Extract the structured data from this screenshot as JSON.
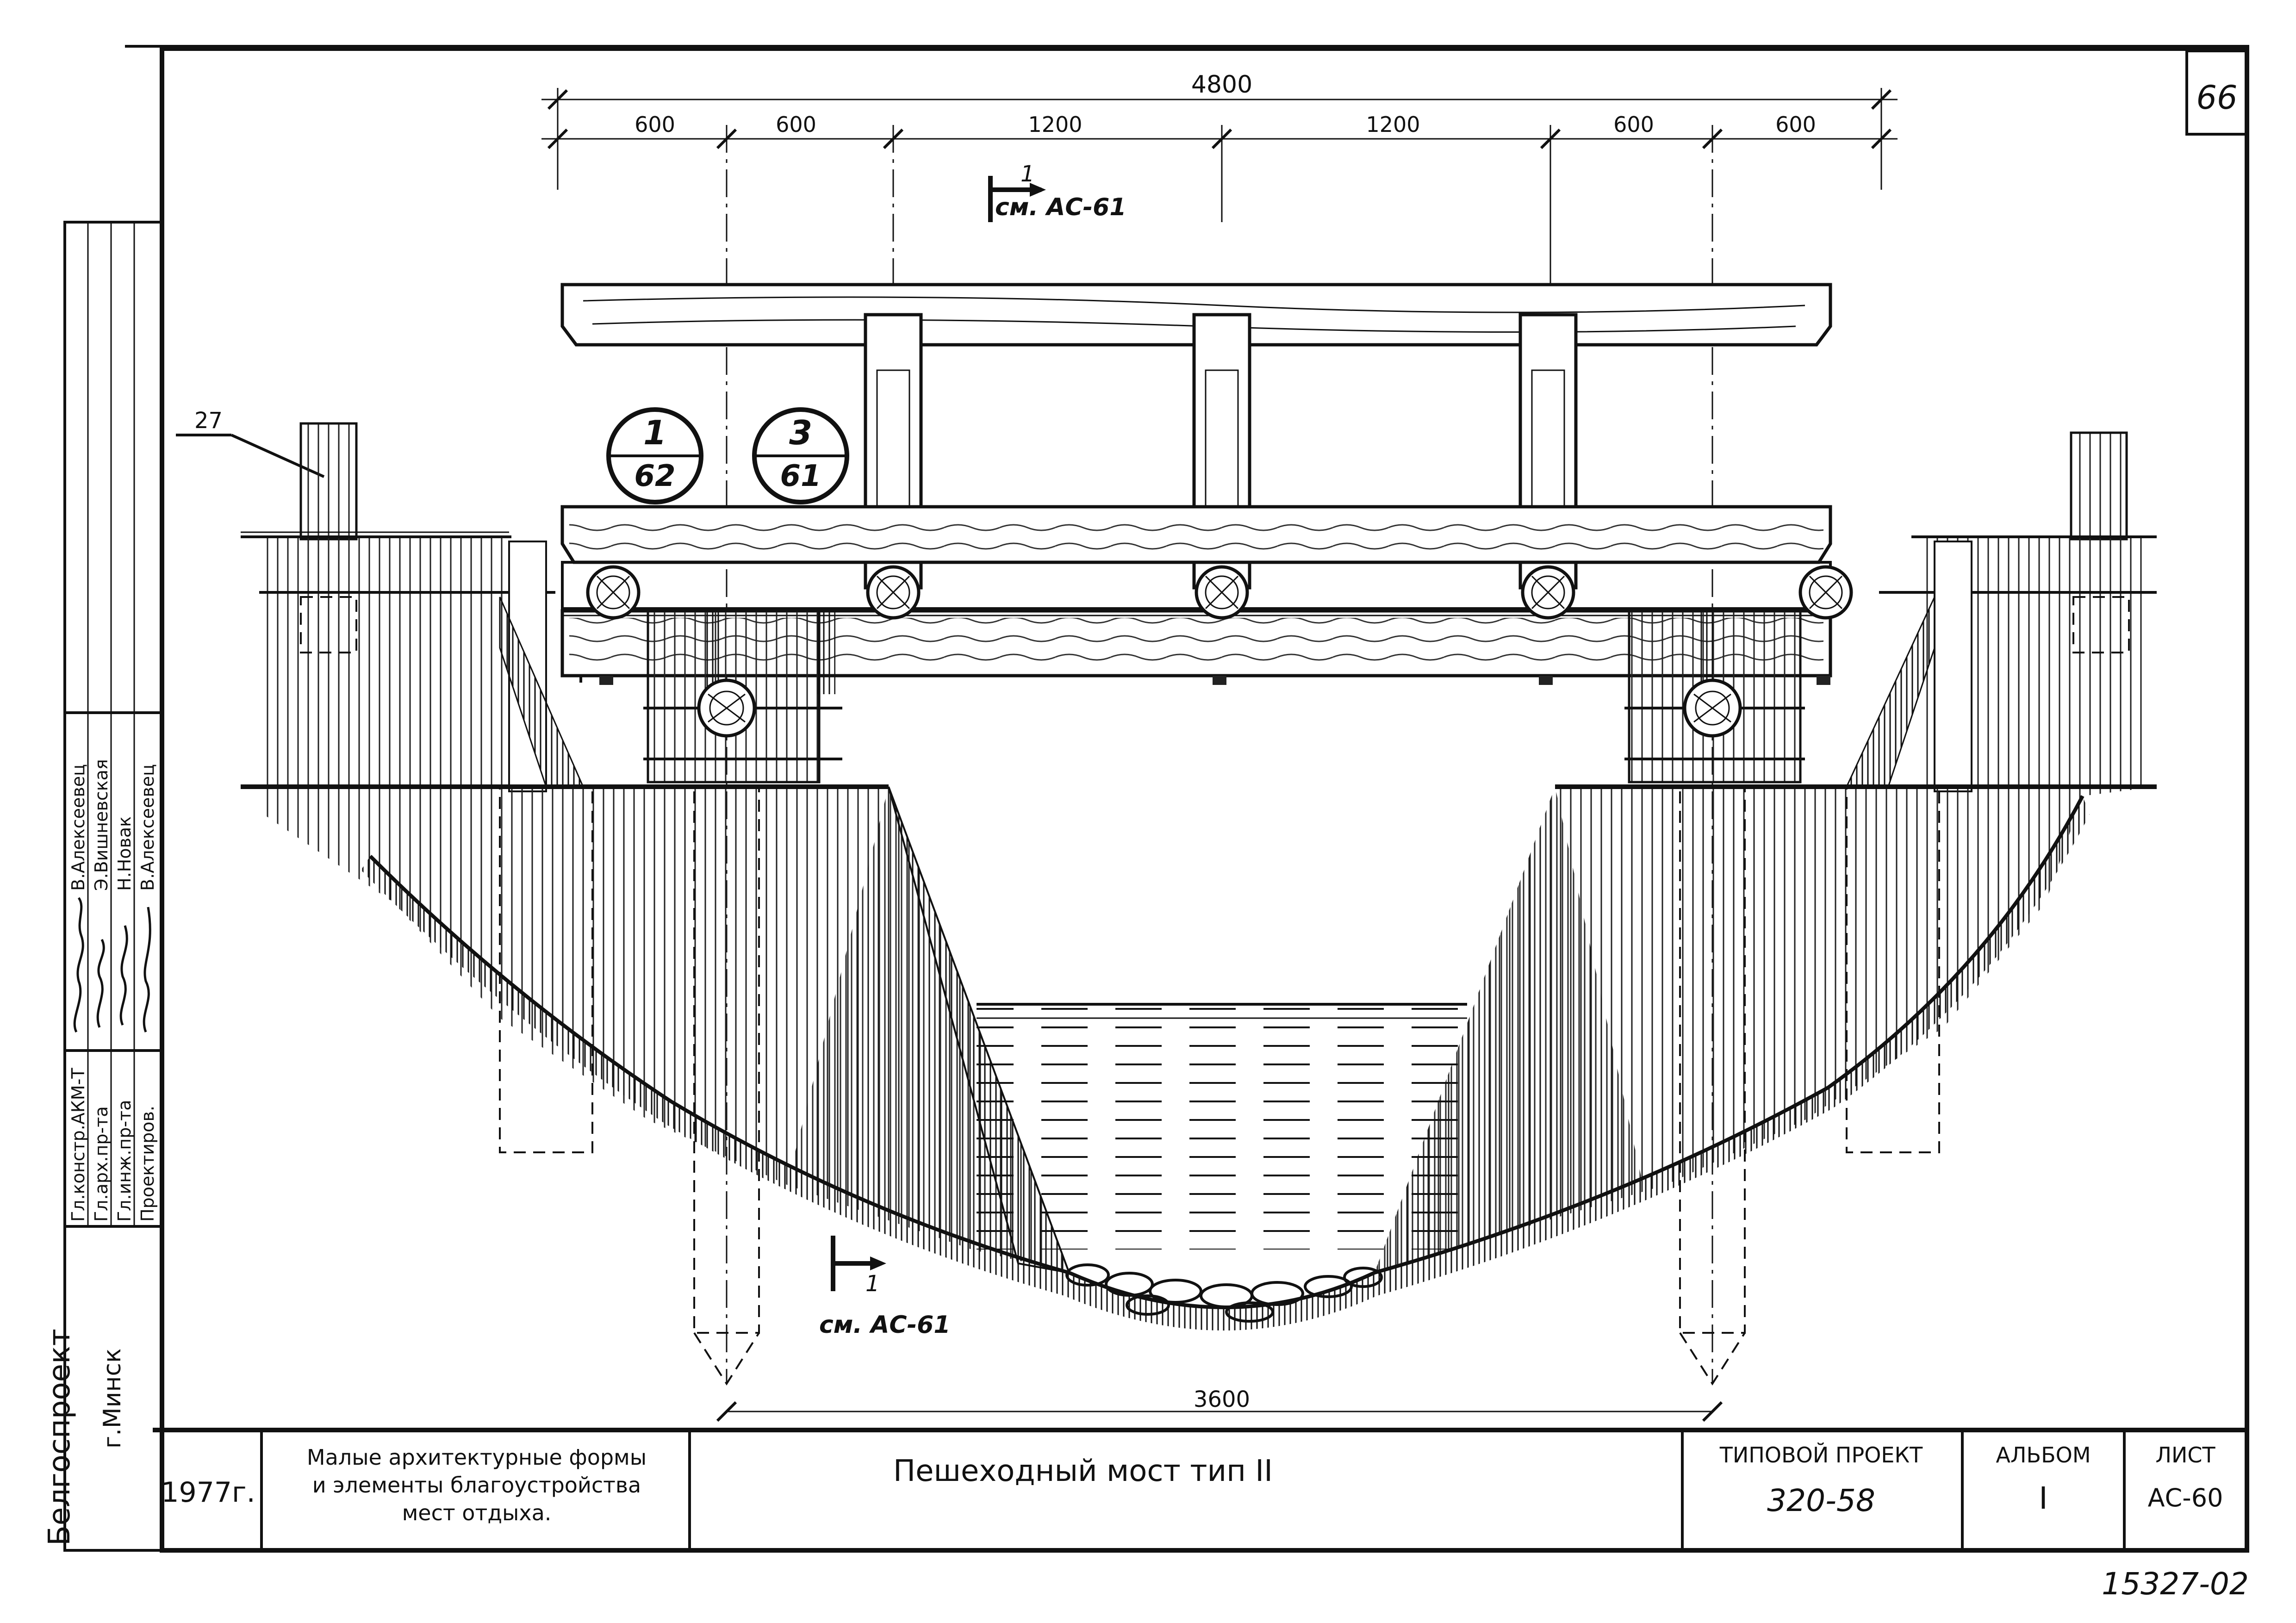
{
  "sheet_number": "66",
  "dimensions": {
    "overall": "4800",
    "segments": [
      "600",
      "600",
      "1200",
      "1200",
      "600",
      "600"
    ],
    "bottom_span": "3600"
  },
  "section_refs": {
    "top": {
      "number": "1",
      "ref": "см. АС-61"
    },
    "bottom": {
      "number": "1",
      "ref": "см. АС-61"
    }
  },
  "callouts": [
    {
      "top": "1",
      "bottom": "62"
    },
    {
      "top": "3",
      "bottom": "61"
    }
  ],
  "position_label": "27",
  "signature_block": {
    "rows": [
      {
        "role": "Гл.констр.АКМ-Т",
        "name": "В.Алексеевец"
      },
      {
        "role": "Гл.арх.пр-та",
        "name": "Э.Вишневская"
      },
      {
        "role": "Гл.инж.пр-та",
        "name": "Н.Новак"
      },
      {
        "role": "Проектиров.",
        "name": "В.Алексеевец"
      }
    ],
    "organization": "Белгоспроект",
    "city": "г.Минск"
  },
  "title_block": {
    "year": "1977г.",
    "description_lines": [
      "Малые архитектурные формы",
      "и элементы благоустройства",
      "мест отдыха."
    ],
    "drawing_title": "Пешеходный мост тип II",
    "project_label": "ТИПОВОЙ ПРОЕКТ",
    "project_number": "320-58",
    "album_label": "АЛЬБОМ",
    "album_value": "I",
    "sheet_label": "ЛИСТ",
    "sheet_value": "АС-60"
  },
  "inventory_number": "15327-02"
}
